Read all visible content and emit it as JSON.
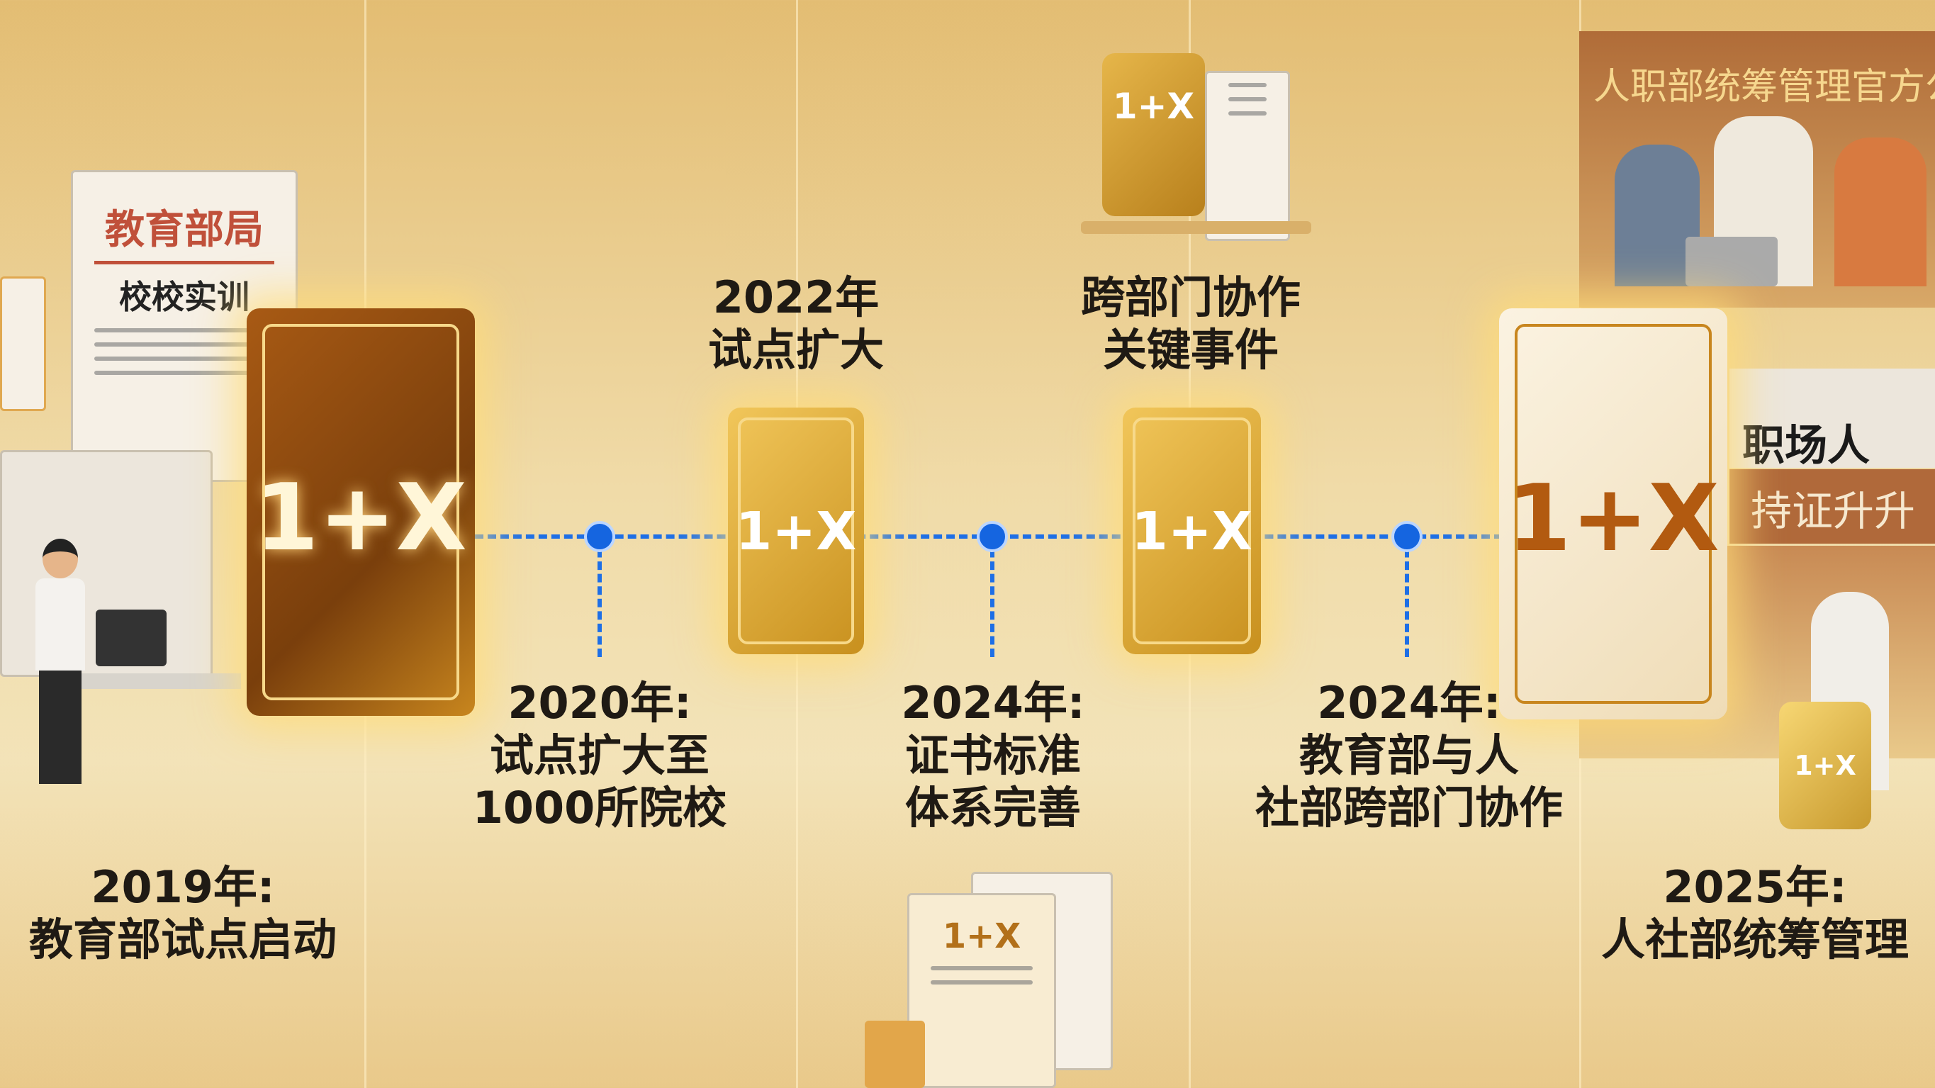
{
  "colors": {
    "accent": "#1565e0",
    "gold": "#c8861e",
    "panel_brown": "#b5773e"
  },
  "left_document": {
    "title": "教育部局",
    "subtitle": "校校实训"
  },
  "right_panel": {
    "announcement": "人职部统筹管理官方公告",
    "tag_top": "职场人",
    "tag_bottom": "持证升升"
  },
  "book_mark": "1+X",
  "milestones": [
    {
      "year": "2019年:",
      "text": [
        "教育部试点启动"
      ]
    },
    {
      "year": "2020年:",
      "text": [
        "试点扩大至",
        "1000所院校"
      ]
    },
    {
      "year": "2022年",
      "text": [
        "试点扩大"
      ]
    },
    {
      "year": "2024年:",
      "text": [
        "证书标准",
        "体系完善"
      ]
    },
    {
      "year": "跨部门协作",
      "text": [
        "关键事件"
      ]
    },
    {
      "year": "2024年:",
      "text": [
        "教育部与人",
        "社部跨部门协作"
      ]
    },
    {
      "year": "2025年:",
      "text": [
        "人社部统筹管理"
      ]
    }
  ]
}
